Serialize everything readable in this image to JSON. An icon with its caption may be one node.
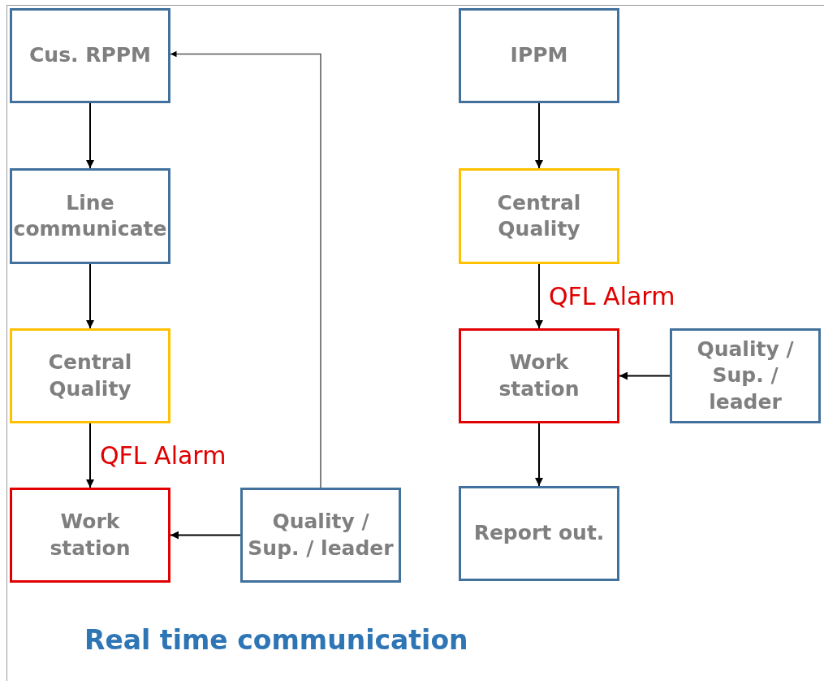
{
  "diagram": {
    "caption": "Real time communication",
    "nodes": [
      {
        "text": [
          "Cus. RPPM"
        ]
      },
      {
        "text": [
          "Line communicate"
        ]
      },
      {
        "text": [
          "Central Quality"
        ]
      },
      {
        "text": [
          "Work station"
        ]
      },
      {
        "text": [
          "Quality / Sup. / leader"
        ]
      },
      {
        "text": [
          "IPPM"
        ]
      },
      {
        "text": [
          "Central Quality"
        ]
      },
      {
        "text": [
          "Work station"
        ]
      },
      {
        "text": [
          "Quality / Sup. / leader"
        ]
      },
      {
        "text": [
          "Report out."
        ]
      }
    ],
    "edges": [
      {
        "from": 0,
        "to": 1,
        "arrow": "to"
      },
      {
        "from": 1,
        "to": 2,
        "arrow": "to"
      },
      {
        "from": 2,
        "to": 3,
        "arrow": "to",
        "label": "QFL Alarm"
      },
      {
        "from": 4,
        "to": 3,
        "arrow": "to"
      },
      {
        "from": 4,
        "to": 0,
        "arrow": "to"
      },
      {
        "from": 5,
        "to": 6,
        "arrow": "to"
      },
      {
        "from": 6,
        "to": 7,
        "arrow": "to",
        "label": "QFL Alarm"
      },
      {
        "from": 8,
        "to": 7,
        "arrow": "to"
      },
      {
        "from": 7,
        "to": 9,
        "arrow": "to"
      }
    ]
  }
}
